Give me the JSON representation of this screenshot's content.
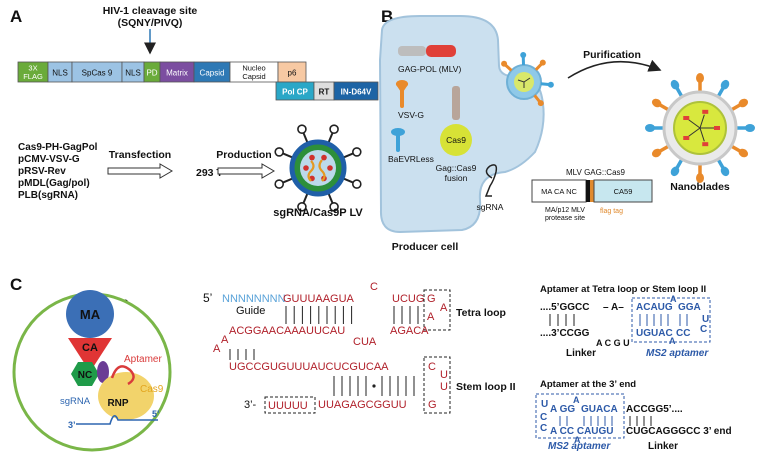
{
  "panel_a": {
    "label": "A",
    "cleavage_site_line1": "HIV-1 cleavage site",
    "cleavage_site_line2": "(SQNY/PIVQ)",
    "construct": [
      {
        "text1": "3X",
        "text2": "FLAG",
        "color": "#6aab3a"
      },
      {
        "text1": "NLS",
        "text2": "",
        "color": "#9cc3e4"
      },
      {
        "text1": "SpCas 9",
        "text2": "",
        "color": "#9cc3e4"
      },
      {
        "text1": "NLS",
        "text2": "",
        "color": "#9cc3e4"
      },
      {
        "text1": "PD",
        "text2": "",
        "color": "#6aab3a"
      },
      {
        "text1": "Matrix",
        "text2": "",
        "color": "#7b4ea0"
      },
      {
        "text1": "Capsid",
        "text2": "",
        "color": "#2e79b5"
      },
      {
        "text1": "Nucleo",
        "text2": "Capsid",
        "color": "#ffffff"
      },
      {
        "text1": "p6",
        "text2": "",
        "color": "#f7c9a3"
      }
    ],
    "pol": [
      {
        "text": "Pol CP",
        "color": "#2aa7c7"
      },
      {
        "text": "RT",
        "color": "#dedede"
      },
      {
        "text": "IN-D64V",
        "color": "#1d64a5"
      }
    ],
    "plasmids": [
      "Cas9-PH-GagPol",
      "pCMV-VSV-G",
      "pRSV-Rev",
      "pMDL(Gag/pol)",
      "PLB(sgRNA)"
    ],
    "transfection": "Transfection",
    "cell_line": "293 T",
    "production": "Production",
    "product": "sgRNA/Cas9P LV"
  },
  "panel_b": {
    "label": "B",
    "gag_pol": "GAG-POL (MLV)",
    "vsvg": "VSV-G",
    "baevrless": "BaEVRLess",
    "cas9": "Cas9",
    "gag_cas9_line1": "Gag::Cas9",
    "gag_cas9_line2": "fusion",
    "sgrna": "sgRNA",
    "purification": "Purification",
    "nanoblades": "Nanoblades",
    "producer_cell": "Producer cell",
    "mlv_title": "MLV GAG::Cas9",
    "mlv_segment1": "MA CA NC",
    "mlv_segment2": "CA59",
    "protease_line1": "MA/p12 MLV",
    "protease_line2": "protease site",
    "flag_tag": "flag tag"
  },
  "panel_c": {
    "label": "C",
    "title": "RNP LVLPs",
    "ma": "MA",
    "ca": "CA",
    "nc": "NC",
    "aptamer": "Aptamer",
    "cas9": "Cas9",
    "sgrna": "sgRNA",
    "rnp": "RNP",
    "three_prime": "3’",
    "five_prime": "5’",
    "seq_5": "5’",
    "seq_guide_n": "NNNNNNNN",
    "seq_top": "GUUUAAGUA",
    "seq_c_bulge": "C",
    "seq_ucug": "UCUG",
    "seq_tetra_g": "G",
    "seq_tetra_a1": "A",
    "seq_tetra_a2": "A",
    "guide": "Guide",
    "seq_row2": "ACGGAACAAAUUCAU",
    "seq_agaca": "AGACA",
    "seq_cua": "CUA",
    "seq_a1": "A",
    "seq_a2": "A",
    "seq_row3": "UGCCGUGUUUAUCUCGUCAA",
    "seq_stem_c": "C",
    "seq_stem_u1": "U",
    "seq_stem_u2": "U",
    "seq_3": "3’-",
    "seq_uuuuu": "UUUUU",
    "seq_row4": "UUAGAGCGGUU",
    "seq_stem_g": "G",
    "tetra_loop": "Tetra loop",
    "stem_loop": "Stem loop II",
    "apt1_title": "Aptamer at Tetra loop or Stem loop II",
    "apt1_top_left": "....5’GGCC",
    "apt1_dash": "– A–",
    "apt1_top_blue": "ACAUG",
    "apt1_top_a": "A",
    "apt1_top_gga": "GGA",
    "apt1_u": "U",
    "apt1_bottom_left": "....3’CCGG",
    "apt1_bottom_blue": "UGUAC",
    "apt1_bottom_cc": "CC",
    "apt1_bottom_a": "A",
    "apt1_c": "C",
    "apt1_acgu": "A C G U",
    "apt1_linker": "Linker",
    "apt1_ms2": "MS2 aptamer",
    "apt2_title": "Aptamer at the 3’ end",
    "apt2_u": "U",
    "apt2_top_blue": "A GG",
    "apt2_top_a": "A",
    "apt2_top_guaca": "GUACA",
    "apt2_top_right": "ACCGG5’....",
    "apt2_c1": "C",
    "apt2_c2": "C",
    "apt2_bottom_blue": "A  CC  CAUGU",
    "apt2_bottom_a": "A",
    "apt2_bottom_right": "CUGCAGGGCC 3’ end",
    "apt2_ms2": "MS2 aptamer",
    "apt2_linker": "Linker"
  }
}
